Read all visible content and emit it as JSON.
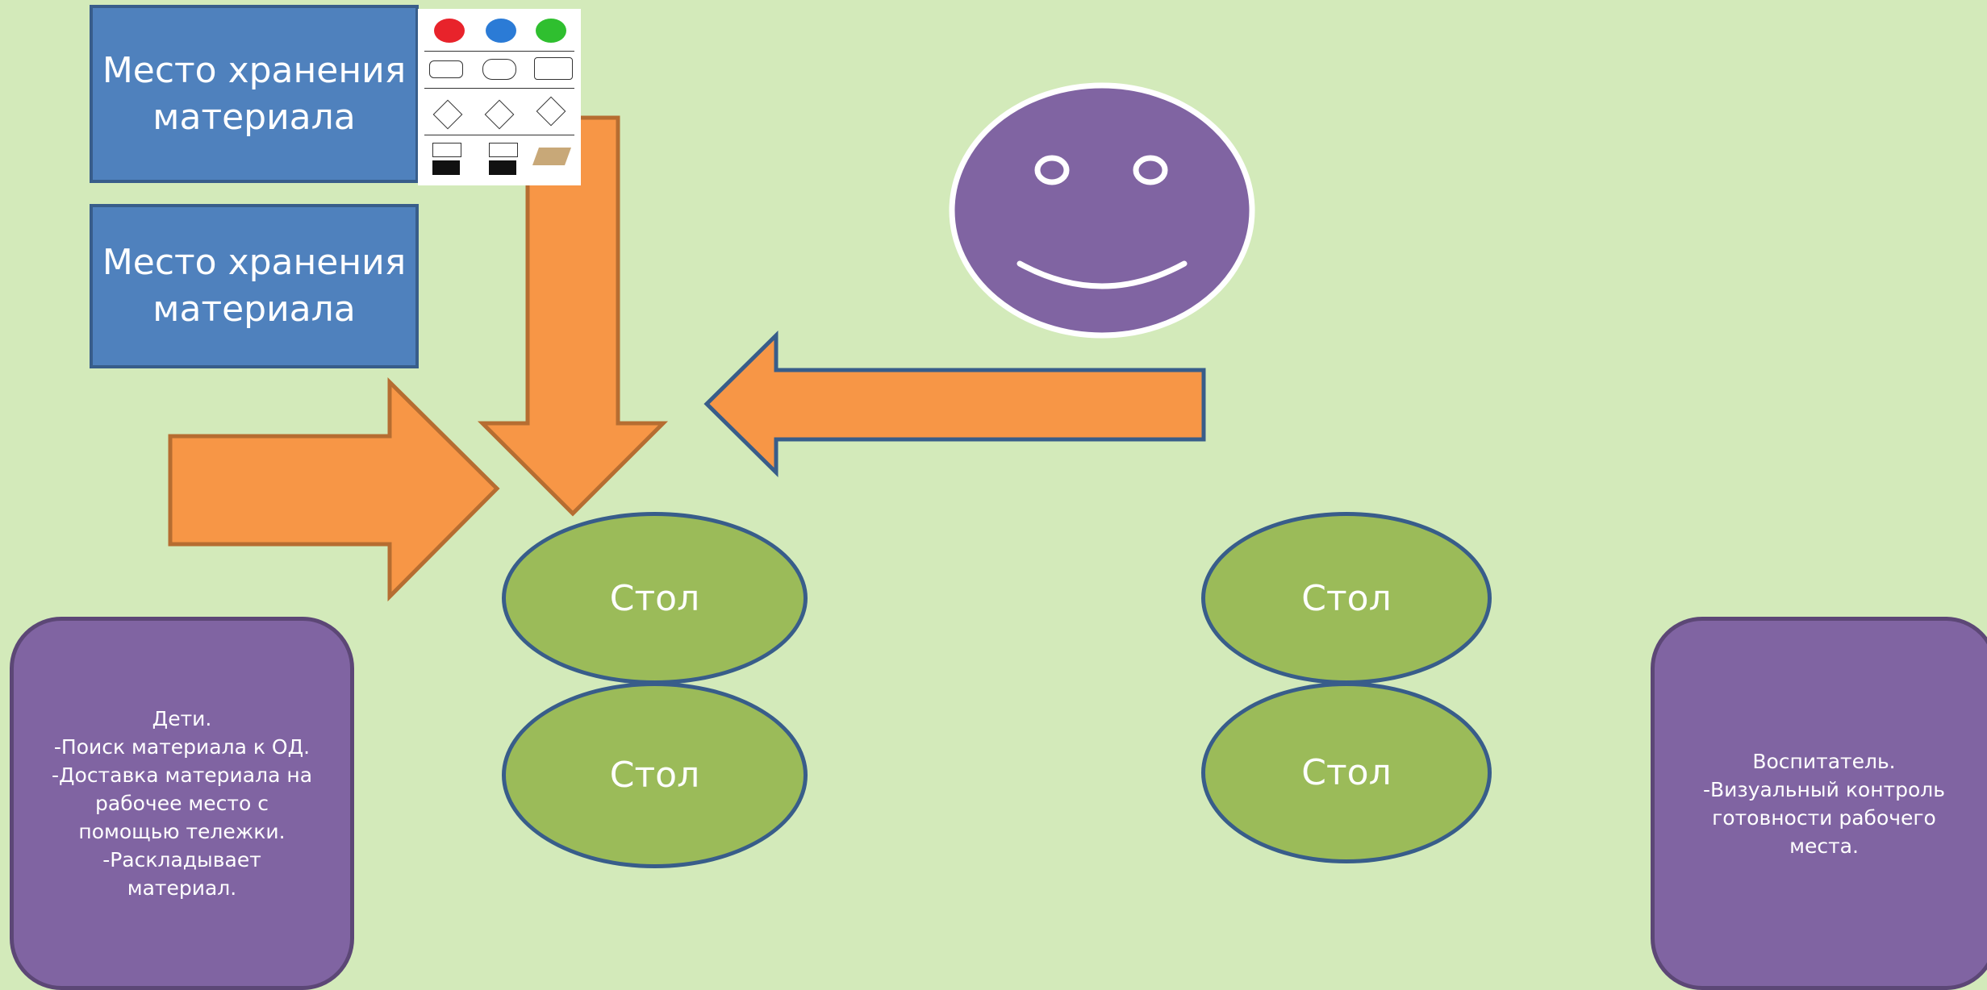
{
  "storage_boxes": [
    {
      "label": "Место хранения\nматериала"
    },
    {
      "label": "Место хранения\nматериала"
    }
  ],
  "tables": [
    {
      "label": "Стол"
    },
    {
      "label": "Стол"
    },
    {
      "label": "Стол"
    },
    {
      "label": "Стол"
    }
  ],
  "notes": {
    "children": "Дети.\n-Поиск материала к ОД.\n-Доставка материала на рабочее место с помощью тележки.\n-Раскладывает материал.",
    "teacher": "Воспитатель.\n-Визуальный контроль готовности рабочего места."
  },
  "colors": {
    "background": "#d3eaba",
    "storage_fill": "#4f81bd",
    "table_fill": "#9bbb59",
    "arrow_fill": "#f79646",
    "note_fill": "#8064a2",
    "face_fill": "#8064a2"
  }
}
